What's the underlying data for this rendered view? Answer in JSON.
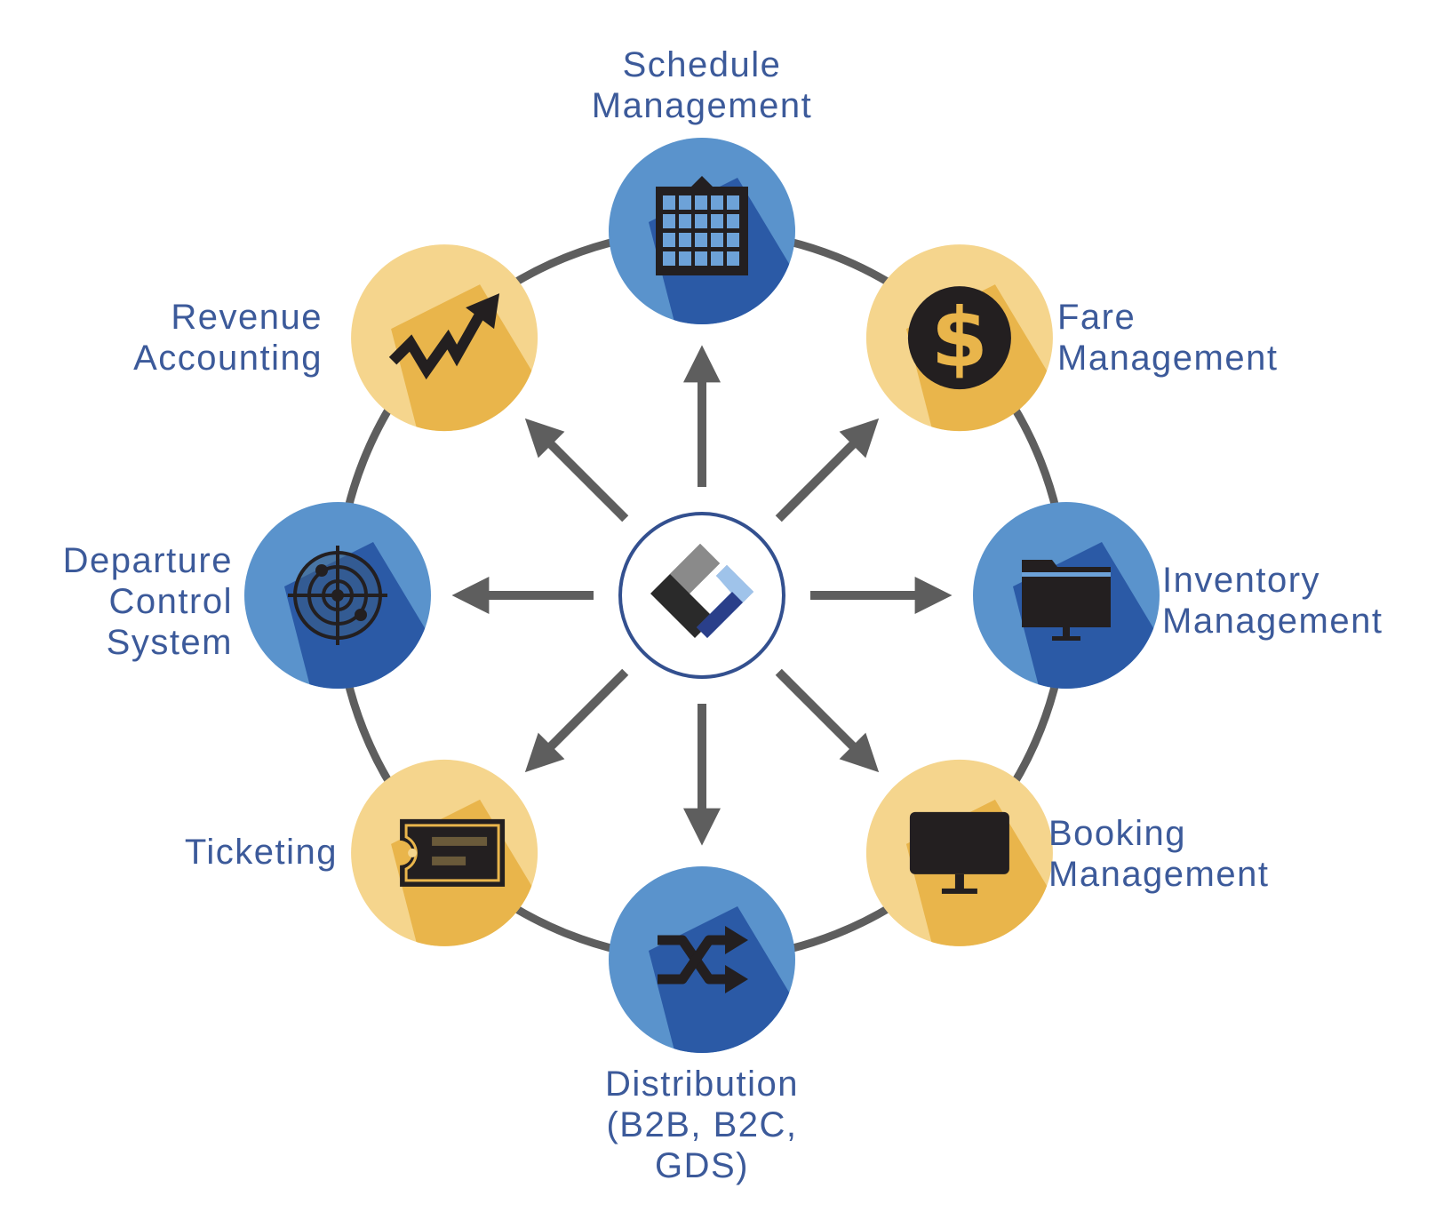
{
  "colors": {
    "blue_light": "#5a93cc",
    "blue_dark": "#2b5aa6",
    "yellow_light": "#f5d58d",
    "yellow_dark": "#e9b54b",
    "ring": "#5e5e5e",
    "arrow": "#5e5e5e",
    "icon": "#231f20",
    "label": "#3c5a9a",
    "hub_border": "#33508f"
  },
  "hub": {
    "icon": "logo-icon"
  },
  "nodes": [
    {
      "id": "schedule",
      "theme": "blue",
      "icon": "calendar-icon",
      "lines": [
        "Schedule",
        "Management"
      ]
    },
    {
      "id": "fare",
      "theme": "yellow",
      "icon": "dollar-icon",
      "lines": [
        "Fare",
        "Management"
      ]
    },
    {
      "id": "inventory",
      "theme": "blue",
      "icon": "folder-monitor-icon",
      "lines": [
        "Inventory",
        "Management"
      ]
    },
    {
      "id": "booking",
      "theme": "yellow",
      "icon": "monitor-icon",
      "lines": [
        "Booking",
        "Management"
      ]
    },
    {
      "id": "distribution",
      "theme": "blue",
      "icon": "shuffle-icon",
      "lines": [
        "Distribution",
        "(B2B, B2C,",
        "GDS)"
      ]
    },
    {
      "id": "ticketing",
      "theme": "yellow",
      "icon": "ticket-icon",
      "lines": [
        "Ticketing"
      ]
    },
    {
      "id": "departure",
      "theme": "blue",
      "icon": "radar-icon",
      "lines": [
        "Departure",
        "Control",
        "System"
      ]
    },
    {
      "id": "revenue",
      "theme": "yellow",
      "icon": "trend-up-icon",
      "lines": [
        "Revenue",
        "Accounting"
      ]
    }
  ]
}
